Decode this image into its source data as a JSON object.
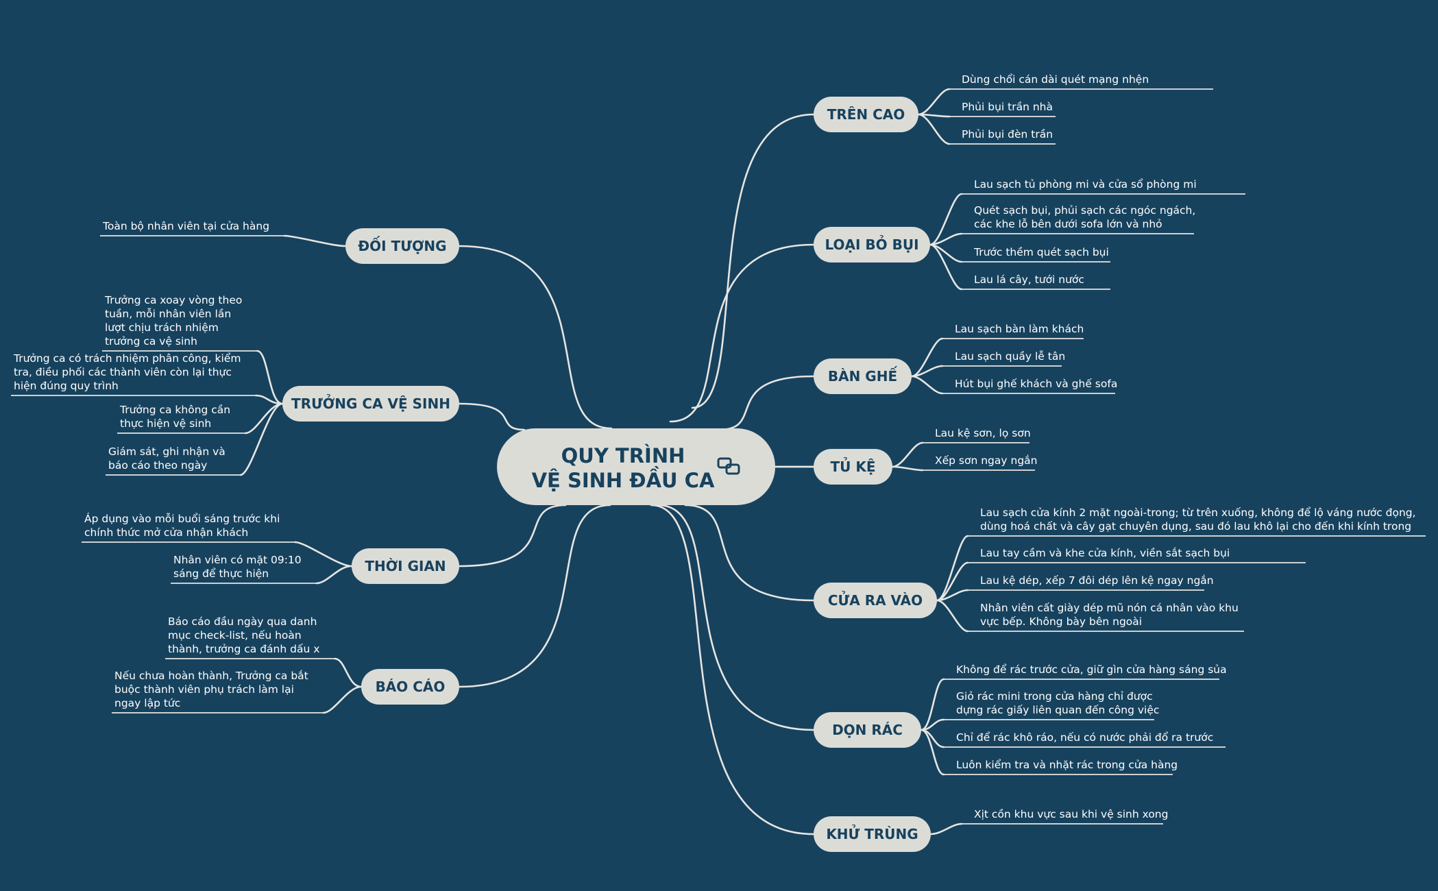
{
  "center": {
    "line1": "QUY TRÌNH",
    "line2": "VỆ SINH ĐẦU CA",
    "icon": "link-icon"
  },
  "right_topics": [
    {
      "label": "TRÊN CAO",
      "items": [
        "Dùng chổi cán dài quét mạng nhện",
        "Phủi bụi trần nhà",
        "Phủi bụi đèn trần"
      ]
    },
    {
      "label": "LOẠI BỎ BỤI",
      "items": [
        "Lau sạch tủ phòng mi và cửa sổ phòng mi",
        "Quét sạch bụi, phủi sạch các ngóc ngách,\ncác khe lỗ bên dưới sofa lớn và nhỏ",
        "Trước thềm quét sạch bụi",
        "Lau lá cây, tưới nước"
      ]
    },
    {
      "label": "BÀN GHẾ",
      "items": [
        "Lau sạch bàn làm khách",
        "Lau sạch quầy lễ tân",
        "Hút bụi ghế khách và ghế sofa"
      ]
    },
    {
      "label": "TỦ KỆ",
      "items": [
        "Lau kệ sơn, lọ sơn",
        "Xếp sơn ngay ngắn"
      ]
    },
    {
      "label": "CỬA RA VÀO",
      "items": [
        "Lau sạch cửa kính 2 mặt ngoài-trong; từ trên xuống, không để lộ váng nước đọng,\ndùng hoá chất và cây gạt chuyên dụng, sau đó lau khô lại cho đến khi kính trong",
        "Lau tay cầm và khe cửa kính, viền sắt sạch bụi",
        "Lau kệ dép, xếp 7 đôi dép lên kệ ngay ngắn",
        "Nhân viên cất giày dép mũ nón cá nhân vào khu\nvực bếp. Không bày bên ngoài"
      ]
    },
    {
      "label": "DỌN RÁC",
      "items": [
        "Không để rác trước cửa, giữ gìn cửa hàng sáng sủa",
        "Giỏ rác mini trong cửa hàng chỉ được\ndựng rác giấy liên quan đến công việc",
        "Chỉ để rác khô ráo, nếu có nước phải đổ ra trước",
        "Luôn kiểm tra và nhặt rác trong cửa hàng"
      ]
    },
    {
      "label": "KHỬ TRÙNG",
      "items": [
        "Xịt cồn khu vực sau khi vệ sinh xong"
      ]
    }
  ],
  "left_topics": [
    {
      "label": "ĐỐI TƯỢNG",
      "items": [
        "Toàn bộ nhân viên tại cửa hàng"
      ]
    },
    {
      "label": "TRƯỞNG CA VỆ SINH",
      "items": [
        "Trưởng ca xoay vòng theo\ntuần, mỗi nhân viên lần\nlượt chịu trách nhiệm\ntrưởng ca vệ sinh",
        "Trưởng ca có trách nhiệm phân công, kiểm\ntra, điều phối các thành viên còn lại thực\nhiện đúng quy trình",
        "Trưởng ca không cần\nthực hiện vệ sinh",
        "Giám sát, ghi nhận và\nbáo cáo theo ngày"
      ]
    },
    {
      "label": "THỜI GIAN",
      "items": [
        "Áp dụng vào mỗi buổi sáng trước khi\nchính thức mở cửa nhận khách",
        "Nhân viên có mặt 09:10\nsáng để thực hiện"
      ]
    },
    {
      "label": "BÁO CÁO",
      "items": [
        "Báo cáo đầu ngày qua danh\nmục check-list, nếu hoàn\nthành, trưởng ca đánh dấu x",
        "Nếu chưa hoàn thành, Trưởng ca bắt\nbuộc thành viên phụ trách làm lại\nngay lập tức"
      ]
    }
  ],
  "colors": {
    "background": "#17425e",
    "node_fill": "#dcdcd7",
    "node_text": "#17425e",
    "line": "#e6e6e2",
    "leaf_text": "#ffffff"
  }
}
